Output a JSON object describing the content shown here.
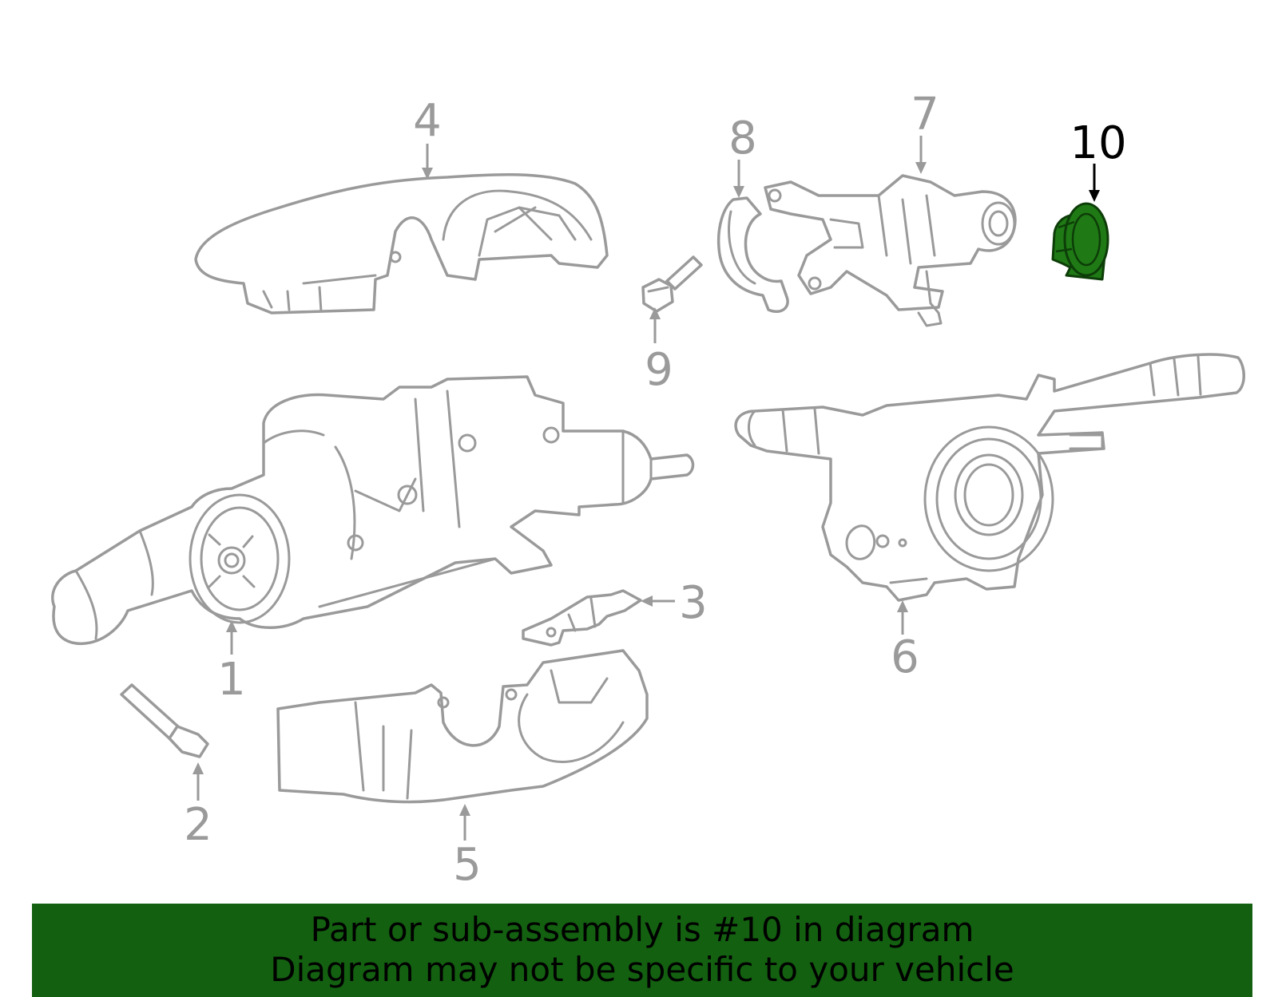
{
  "diagram": {
    "callouts": [
      {
        "id": "1",
        "label": "1"
      },
      {
        "id": "2",
        "label": "2"
      },
      {
        "id": "3",
        "label": "3"
      },
      {
        "id": "4",
        "label": "4"
      },
      {
        "id": "5",
        "label": "5"
      },
      {
        "id": "6",
        "label": "6"
      },
      {
        "id": "7",
        "label": "7"
      },
      {
        "id": "8",
        "label": "8"
      },
      {
        "id": "9",
        "label": "9"
      },
      {
        "id": "10",
        "label": "10"
      }
    ],
    "highlighted_part": "10",
    "highlight_color": "#1f7a16",
    "part_color": "#9a9a9a"
  },
  "banner": {
    "line1": "Part or sub-assembly is #10 in diagram",
    "line2": "Diagram may not be specific to your vehicle",
    "color": "#136010"
  }
}
